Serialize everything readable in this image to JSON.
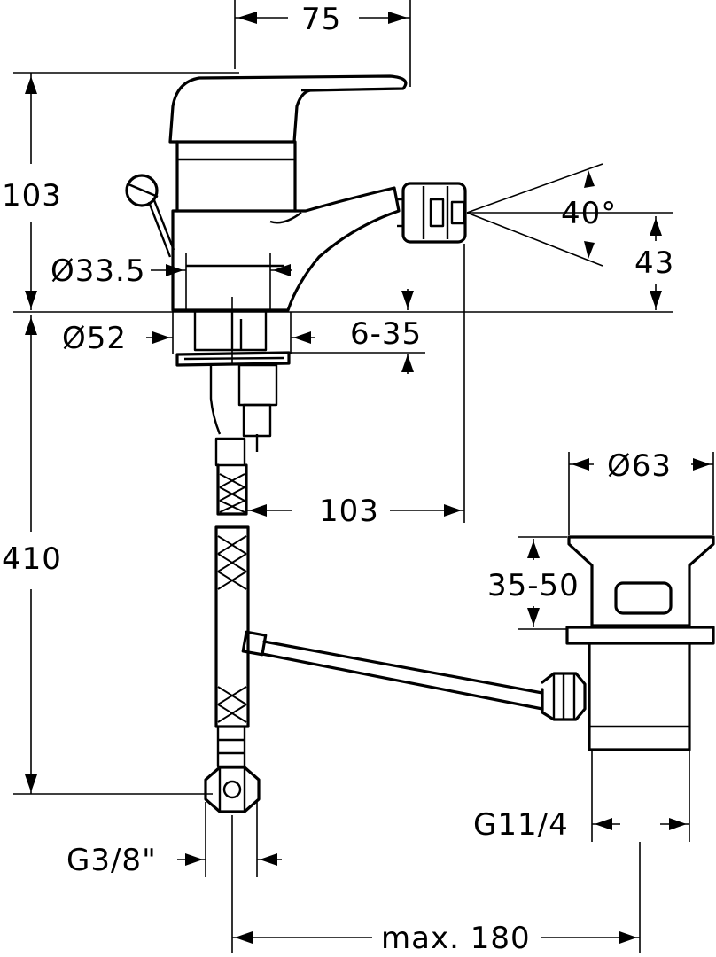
{
  "dimensions": {
    "top_width": "75",
    "faucet_height": "103",
    "spray_angle": "40°",
    "spout_height": "43",
    "body_diameter": "Ø33.5",
    "base_diameter": "Ø52",
    "deck_thickness": "6-35",
    "spout_reach": "103",
    "hose_length": "410",
    "waste_diameter": "Ø63",
    "waste_thickness": "35-50",
    "hose_connection": "G3/8\"",
    "waste_thread": "G11/4",
    "max_distance": "max. 180"
  }
}
